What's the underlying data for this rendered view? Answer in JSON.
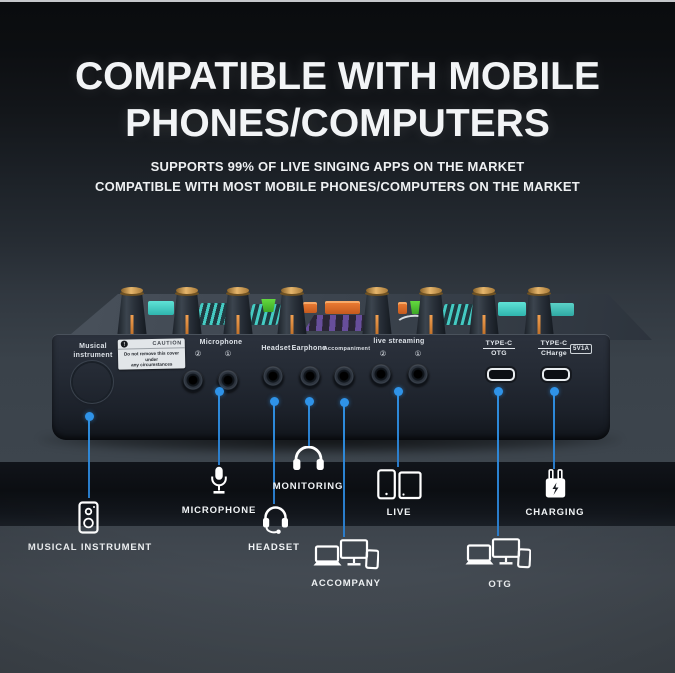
{
  "header": {
    "title_line1": "COMPATIBLE WITH MOBILE",
    "title_line2": "PHONES/COMPUTERS",
    "subtitle_line1": "SUPPORTS 99% OF LIVE SINGING APPS ON THE MARKET",
    "subtitle_line2": "COMPATIBLE WITH MOST MOBILE PHONES/COMPUTERS ON THE MARKET"
  },
  "device": {
    "labels": {
      "musical_line1": "Musical",
      "musical_line2": "instrument",
      "caution_mark": "!",
      "caution_title": "CAUTION",
      "caution_line1": "Do not remove this cover under",
      "caution_line2": "any circumstances",
      "microphone": "Microphone",
      "num2": "②",
      "num1": "①",
      "headset": "Headset",
      "earphone": "Earphone",
      "accompaniment": "Accompaniment",
      "live_streaming": "live streaming",
      "typec": "TYPE-C",
      "otg": "OTG",
      "charge": "CHarge",
      "power_badge": "5V1A"
    }
  },
  "legend": {
    "items": [
      {
        "id": "musical-instrument",
        "label": "MUSICAL INSTRUMENT",
        "icon": "speaker-icon"
      },
      {
        "id": "microphone",
        "label": "MICROPHONE",
        "icon": "microphone-icon"
      },
      {
        "id": "monitoring",
        "label": "MONITORING",
        "icon": "headphones-icon"
      },
      {
        "id": "headset",
        "label": "HEADSET",
        "icon": "headset-icon"
      },
      {
        "id": "live",
        "label": "LIVE",
        "icon": "phone-tablet-icon"
      },
      {
        "id": "accompany",
        "label": "ACCOMPANY",
        "icon": "computer-devices-icon"
      },
      {
        "id": "otg",
        "label": "OTG",
        "icon": "computer-devices-icon"
      },
      {
        "id": "charging",
        "label": "CHARGING",
        "icon": "charger-icon"
      }
    ]
  },
  "colors": {
    "accent_blue": "#2F93E8",
    "panel_navy": "#252B35",
    "knob_gold": "#C89A4B",
    "floor_gray": "#434A52",
    "text_white": "#F0F3F5"
  }
}
